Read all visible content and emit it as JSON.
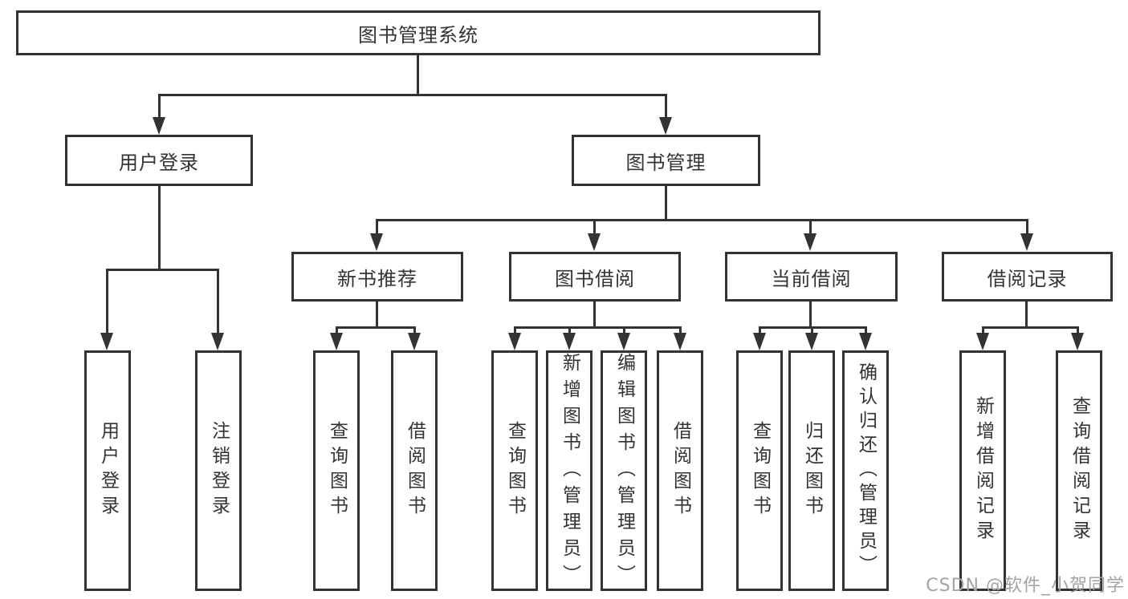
{
  "diagram": {
    "title": "图书管理系统",
    "root": {
      "label": "图书管理系统",
      "children": [
        {
          "label": "用户登录",
          "children": [
            {
              "label": "用户登录"
            },
            {
              "label": "注销登录"
            }
          ]
        },
        {
          "label": "图书管理",
          "children": [
            {
              "label": "新书推荐",
              "children": [
                {
                  "label": "查询图书"
                },
                {
                  "label": "借阅图书"
                }
              ]
            },
            {
              "label": "图书借阅",
              "children": [
                {
                  "label": "查询图书"
                },
                {
                  "label": "新增图书（管理员）"
                },
                {
                  "label": "编辑图书（管理员）"
                },
                {
                  "label": "借阅图书"
                }
              ]
            },
            {
              "label": "当前借阅",
              "children": [
                {
                  "label": "查询图书"
                },
                {
                  "label": "归还图书"
                },
                {
                  "label": "确认归还（管理员）"
                }
              ]
            },
            {
              "label": "借阅记录",
              "children": [
                {
                  "label": "新增借阅记录"
                },
                {
                  "label": "查询借阅记录"
                }
              ]
            }
          ]
        }
      ]
    }
  },
  "watermark": {
    "text": "CSDN @软件_小贺同学"
  },
  "colors": {
    "line": "#333333",
    "border": "#333333",
    "text": "#333333",
    "watermark": "#a3a3a3",
    "background": "#ffffff"
  }
}
